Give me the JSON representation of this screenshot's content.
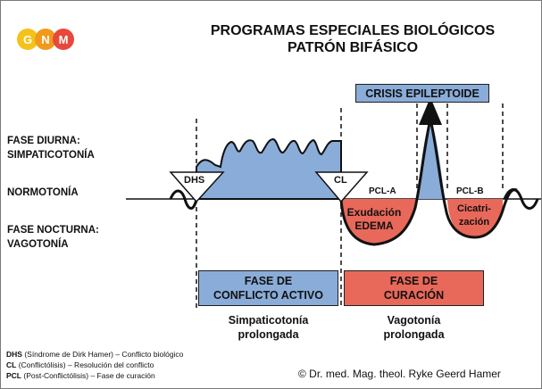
{
  "logo": {
    "letters": [
      "G",
      "N",
      "M"
    ],
    "colors": [
      "#f4c21a",
      "#f09a1c",
      "#e8483b"
    ]
  },
  "title": {
    "line1": "PROGRAMAS ESPECIALES BIOLÓGICOS",
    "line2": "PATRÓN BIFÁSICO"
  },
  "side_labels": {
    "day_line1": "FASE DIURNA:",
    "day_line2": "SIMPATICOTONÍA",
    "normo": "NORMOTONÍA",
    "night_line1": "FASE NOCTURNA:",
    "night_line2": "VAGOTONÍA"
  },
  "markers": {
    "dhs": "DHS",
    "cl": "CL",
    "pcl_a": "PCL-A",
    "pcl_b": "PCL-B"
  },
  "crisis": {
    "label": "CRISIS EPILEPTOIDE"
  },
  "regions": {
    "exudation_line1": "Exudación",
    "exudation_line2": "EDEMA",
    "scar_line1": "Cicatri-",
    "scar_line2": "zación"
  },
  "phases": {
    "conflict_line1": "FASE DE",
    "conflict_line2": "CONFLICTO ACTIVO",
    "healing_line1": "FASE DE",
    "healing_line2": "CURACIÓN"
  },
  "phase_notes": {
    "sympa_line1": "Simpaticotonía",
    "sympa_line2": "prolongada",
    "vago_line1": "Vagotonía",
    "vago_line2": "prolongada"
  },
  "legend": [
    {
      "abbr": "DHS",
      "text": " (Síndrome de Dirk Hamer) – Conflicto biológico"
    },
    {
      "abbr": "CL",
      "text": " (Conflictólisis) – Resolución del conflicto"
    },
    {
      "abbr": "PCL",
      "text": " (Post-Conflictólisis) – Fase de curación"
    }
  ],
  "copyright": "© Dr. med. Mag. theol. Ryke Geerd Hamer",
  "colors": {
    "blue": "#8aacd8",
    "red": "#e8685a",
    "line": "#111111"
  }
}
